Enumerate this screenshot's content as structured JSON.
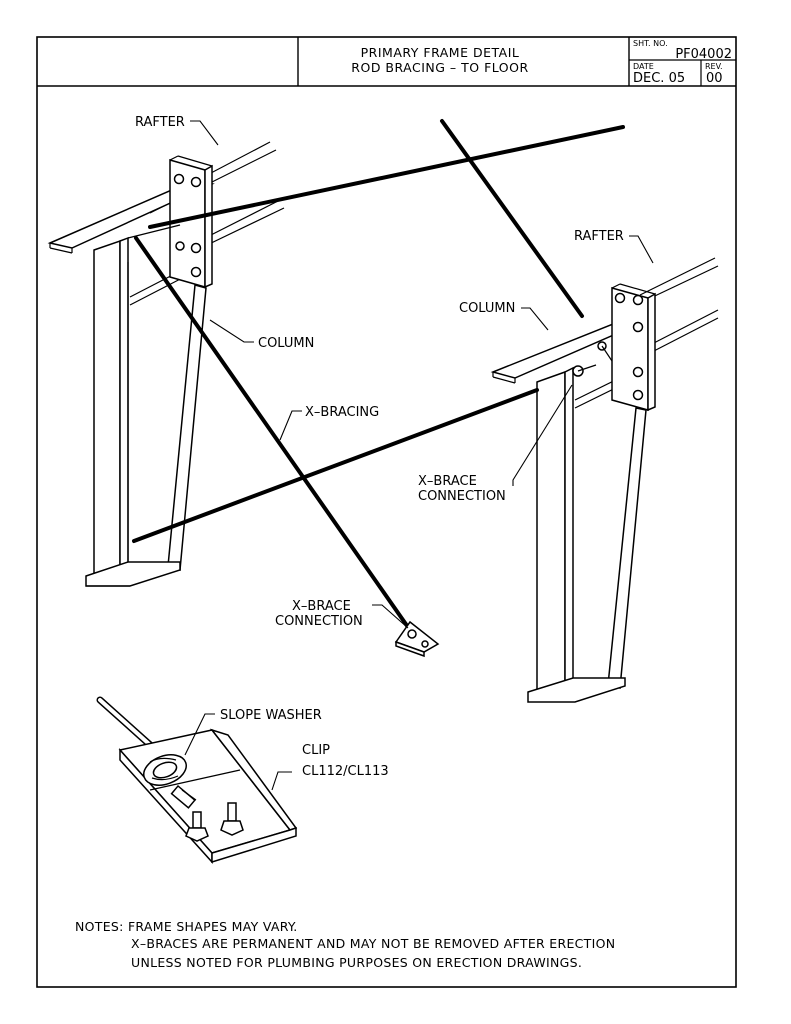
{
  "title_block": {
    "title_line1": "PRIMARY FRAME DETAIL",
    "title_line2": "ROD BRACING – TO FLOOR",
    "sheet_no_label": "SHT. NO.",
    "sheet_no": "PF04002",
    "date_label": "DATE",
    "date": "DEC. 05",
    "rev_label": "REV.",
    "rev": "00"
  },
  "labels": {
    "rafter_left": "RAFTER",
    "rafter_right": "RAFTER",
    "column_left": "COLUMN",
    "column_right": "COLUMN",
    "x_bracing": "X–BRACING",
    "x_brace_conn_right_1": "X–BRACE",
    "x_brace_conn_right_2": "CONNECTION",
    "x_brace_conn_floor_1": "X–BRACE",
    "x_brace_conn_floor_2": "CONNECTION",
    "slope_washer": "SLOPE WASHER",
    "clip_1": "CLIP",
    "clip_2": "CL112/CL113"
  },
  "notes": {
    "line1": "NOTES: FRAME SHAPES MAY VARY.",
    "line2": "X–BRACES ARE PERMANENT AND MAY NOT BE REMOVED AFTER ERECTION",
    "line3": "UNLESS NOTED FOR PLUMBING PURPOSES ON ERECTION DRAWINGS."
  }
}
